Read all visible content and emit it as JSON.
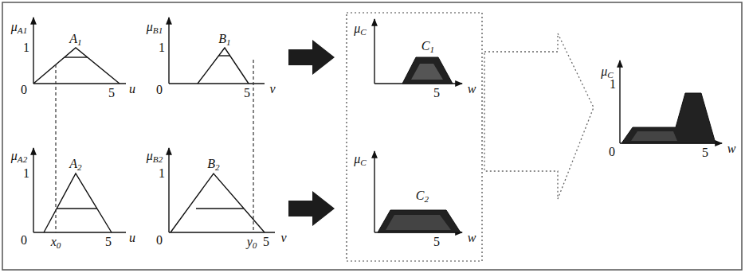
{
  "diagram": {
    "labels": [
      "μA1",
      "1",
      "A1",
      "0",
      "5",
      "u",
      "μB1",
      "1",
      "B1",
      "0",
      "5",
      "v",
      "μC",
      "C1",
      "5",
      "w",
      "μC",
      "1",
      "0",
      "5",
      "w",
      "μA2",
      "1",
      "A2",
      "0",
      "x0",
      "5",
      "u",
      "μB2",
      "1",
      "B2",
      "0",
      "y0",
      "5",
      "v",
      "μC",
      "C2",
      "5",
      "w"
    ]
  }
}
